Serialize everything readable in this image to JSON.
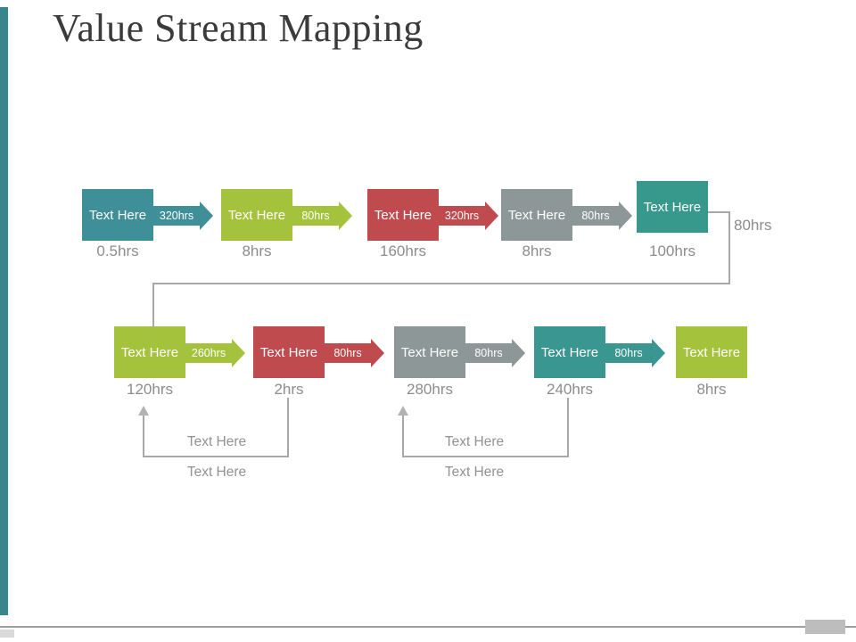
{
  "slide": {
    "title": "Value Stream Mapping"
  },
  "palette": {
    "left_bar": "#38858d",
    "line_gray": "#a8a8a8",
    "label_gray": "#8c8c8c"
  },
  "row1": {
    "nodes": [
      {
        "label": "Text Here",
        "color": "#3f8f99",
        "arrow": {
          "label": "320hrs",
          "color": "#3f8f99"
        },
        "time": "0.5hrs"
      },
      {
        "label": "Text Here",
        "color": "#a5c23d",
        "arrow": {
          "label": "80hrs",
          "color": "#a5c23d"
        },
        "time": "8hrs"
      },
      {
        "label": "Text Here",
        "color": "#bf4b4f",
        "arrow": {
          "label": "320hrs",
          "color": "#bf4b4f"
        },
        "time": "160hrs"
      },
      {
        "label": "Text Here",
        "color": "#8e9798",
        "arrow": {
          "label": "80hrs",
          "color": "#8e9798"
        },
        "time": "8hrs"
      },
      {
        "label": "Text Here",
        "color": "#36998b",
        "arrow": null,
        "time": "100hrs"
      }
    ]
  },
  "connector": {
    "label": "80hrs"
  },
  "row2": {
    "nodes": [
      {
        "label": "Text Here",
        "color": "#a5c23d",
        "arrow": {
          "label": "260hrs",
          "color": "#a5c23d"
        },
        "time": "120hrs"
      },
      {
        "label": "Text Here",
        "color": "#bf4b4f",
        "arrow": {
          "label": "80hrs",
          "color": "#bf4b4f"
        },
        "time": "2hrs"
      },
      {
        "label": "Text Here",
        "color": "#8e9798",
        "arrow": {
          "label": "80hrs",
          "color": "#8e9798"
        },
        "time": "280hrs"
      },
      {
        "label": "Text Here",
        "color": "#3a9691",
        "arrow": {
          "label": "80hrs",
          "color": "#3a9691"
        },
        "time": "240hrs"
      },
      {
        "label": "Text Here",
        "color": "#a5c23d",
        "arrow": null,
        "time": "8hrs"
      }
    ]
  },
  "loops": [
    {
      "labels": [
        "Text Here",
        "Text Here"
      ]
    },
    {
      "labels": [
        "Text Here",
        "Text Here"
      ]
    }
  ]
}
